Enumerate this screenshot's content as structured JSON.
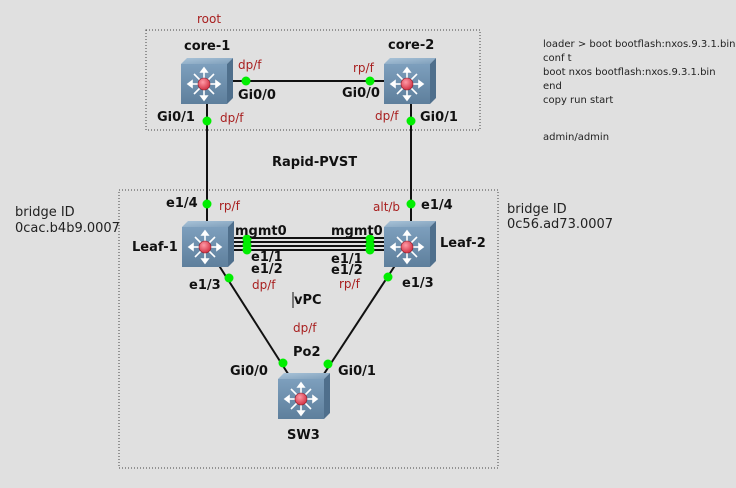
{
  "labels": {
    "root": "root",
    "protocol": "Rapid-PVST",
    "vpc": "vPC",
    "po": "Po2"
  },
  "devices": {
    "core1": "core-1",
    "core2": "core-2",
    "leaf1": "Leaf-1",
    "leaf2": "Leaf-2",
    "sw3": "SW3"
  },
  "ports": {
    "core1_gi00": "Gi0/0",
    "core1_gi01": "Gi0/1",
    "core2_gi00": "Gi0/0",
    "core2_gi01": "Gi0/1",
    "leaf1_e14": "e1/4",
    "leaf1_mgmt": "mgmt0",
    "leaf1_e11": "e1/1",
    "leaf1_e12": "e1/2",
    "leaf1_e13": "e1/3",
    "leaf2_e14": "e1/4",
    "leaf2_mgmt": "mgmt0",
    "leaf2_e11": "e1/1",
    "leaf2_e12": "e1/2",
    "leaf2_e13": "e1/3",
    "sw3_gi00": "Gi0/0",
    "sw3_gi01": "Gi0/1"
  },
  "port_states": {
    "core1_gi00": "dp/f",
    "core2_gi00": "rp/f",
    "core1_gi01": "dp/f",
    "core2_gi01": "dp/f",
    "leaf1_e14": "rp/f",
    "leaf2_e14": "alt/b",
    "leaf1_e13": "dp/f",
    "leaf2_e13": "rp/f",
    "po2": "dp/f"
  },
  "bridge_ids": {
    "left_title": "bridge ID",
    "left_value": "0cac.b4b9.0007",
    "right_title": "bridge ID",
    "right_value": "0c56.ad73.0007"
  },
  "notes": {
    "line1": "loader > boot bootflash:nxos.9.3.1.bin",
    "line2": "conf t",
    "line3": "boot nxos bootflash:nxos.9.3.1.bin",
    "line4": "end",
    "line5": "copy run start",
    "line6": "admin/admin"
  },
  "colors": {
    "link_dot": "#00ee00",
    "state_text": "#a82020",
    "switch_body": "#6d8fab",
    "switch_core": "#e04858"
  },
  "icons": {
    "switch": "layer3-switch-icon"
  }
}
